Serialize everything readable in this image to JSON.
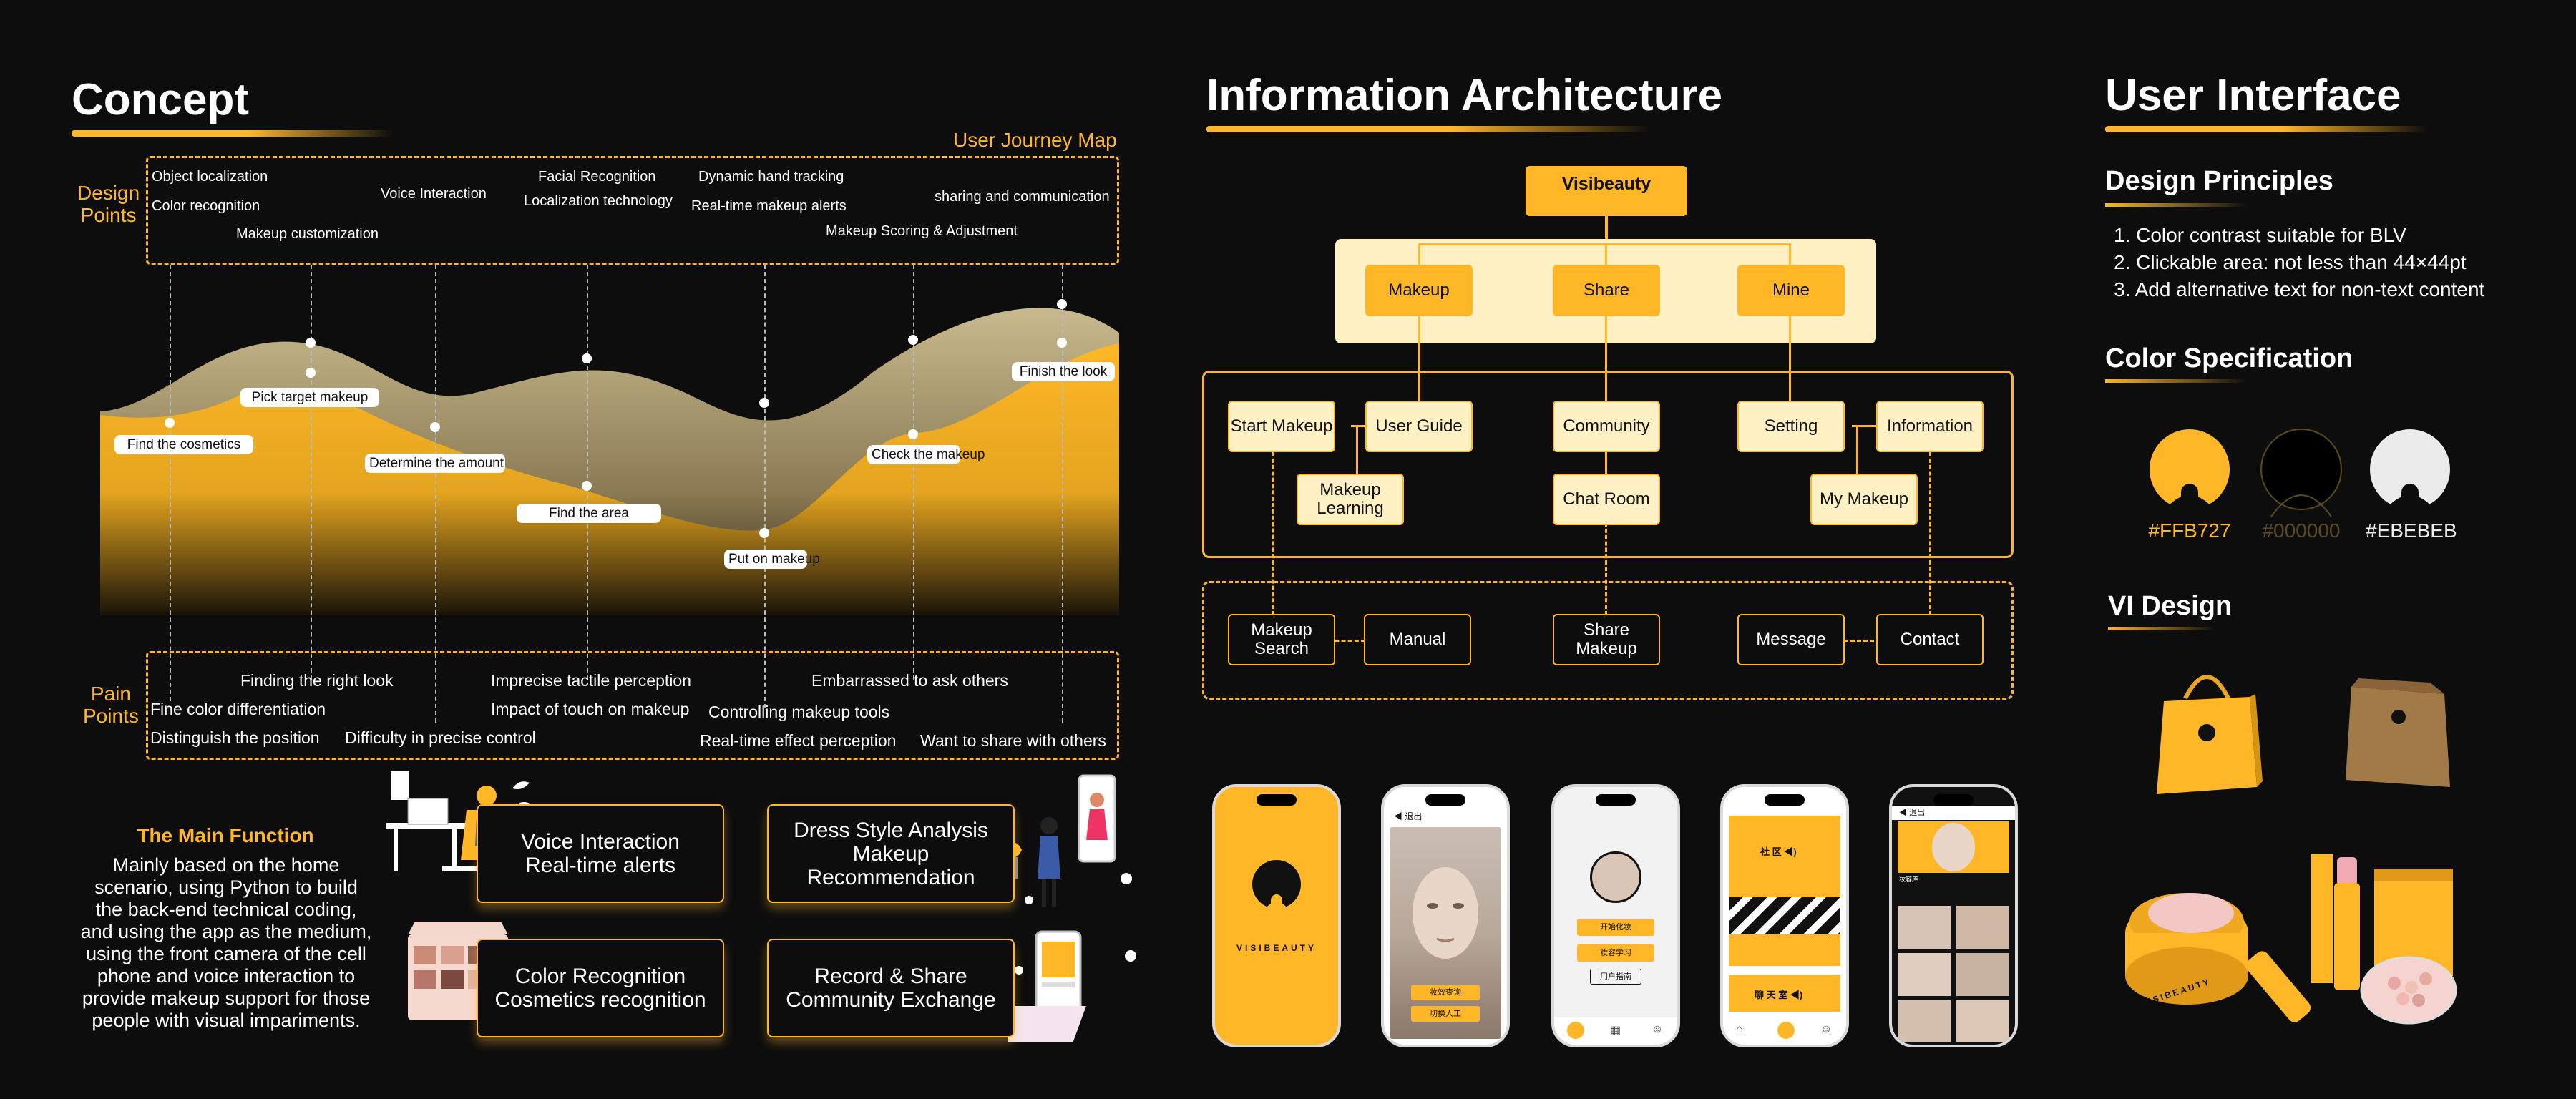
{
  "concept": {
    "title": "Concept",
    "journey_map_label": "User Journey Map",
    "design_points_label": [
      "Design",
      "Points"
    ],
    "pain_points_label": [
      "Pain",
      "Points"
    ],
    "design_points": [
      "Object localization",
      "Color recognition",
      "Makeup customization",
      "Voice Interaction",
      "Facial Recognition",
      "Localization technology",
      "Dynamic hand tracking",
      "Real-time makeup alerts",
      "sharing and communication",
      "Makeup Scoring & Adjustment"
    ],
    "steps": [
      "Find the cosmetics",
      "Pick target makeup",
      "Determine the amount",
      "Find the area",
      "Put on makeup",
      "Check the makeup",
      "Finish the look"
    ],
    "pain_points": [
      "Finding the right look",
      "Fine color differentiation",
      "Distinguish the position",
      "Difficulty in precise control",
      "Imprecise tactile perception",
      "Impact of touch on makeup",
      "Embarrassed to ask others",
      "Controlling makeup tools",
      "Real-time effect perception",
      "Want to share with others"
    ],
    "main_function_title": "The Main Function",
    "main_function_text": [
      "Mainly based on the home",
      "scenario, using Python to build",
      "the back-end technical coding,",
      "and using the app as the medium,",
      "using the front camera of the cell",
      "phone and voice interaction to",
      "provide makeup support for those",
      "people with visual impariments."
    ],
    "functions": [
      [
        "Voice Interaction",
        "Real-time alerts"
      ],
      [
        "Dress Style Analysis",
        "Makeup Recommendation"
      ],
      [
        "Color Recognition",
        "Cosmetics recognition"
      ],
      [
        "Record & Share",
        "Community Exchange"
      ]
    ]
  },
  "ia": {
    "title": "Information Architecture",
    "root": "Visibeauty",
    "level1": [
      "Makeup",
      "Share",
      "Mine"
    ],
    "level2": [
      "Start Makeup",
      "User Guide",
      "Makeup Learning",
      "Community",
      "Chat Room",
      "Setting",
      "Information",
      "My Makeup"
    ],
    "level3": [
      "Makeup Search",
      "Manual",
      "Share Makeup",
      "Message",
      "Contact"
    ]
  },
  "phones": {
    "brand": "VISIBEAUTY",
    "back_label": "退出",
    "p2_buttons": [
      "妆效查询",
      "切换人工"
    ],
    "p3_buttons": [
      "开始化妆",
      "妆容学习",
      "用户指南"
    ],
    "p4_labels": [
      "社 区",
      "聊 天 室"
    ],
    "p5_tag": "妆容库"
  },
  "ui": {
    "title": "User Interface",
    "principles_title": "Design Principles",
    "principles": [
      "1. Color contrast suitable for BLV",
      "2. Clickable area: not less than 44×44pt",
      "3. Add alternative text for non-text content"
    ],
    "color_title": "Color Specification",
    "colors": [
      {
        "hex": "#FFB727",
        "label": "#FFB727"
      },
      {
        "hex": "#000000",
        "label": "#000000"
      },
      {
        "hex": "#EBEBEB",
        "label": "#EBEBEB"
      }
    ],
    "vi_title": "VI Design",
    "vi_brand": "VISIBEAUTY"
  },
  "colors": {
    "accent": "#FFB727",
    "background": "#0d0d0d",
    "light": "#FFF1C4"
  }
}
